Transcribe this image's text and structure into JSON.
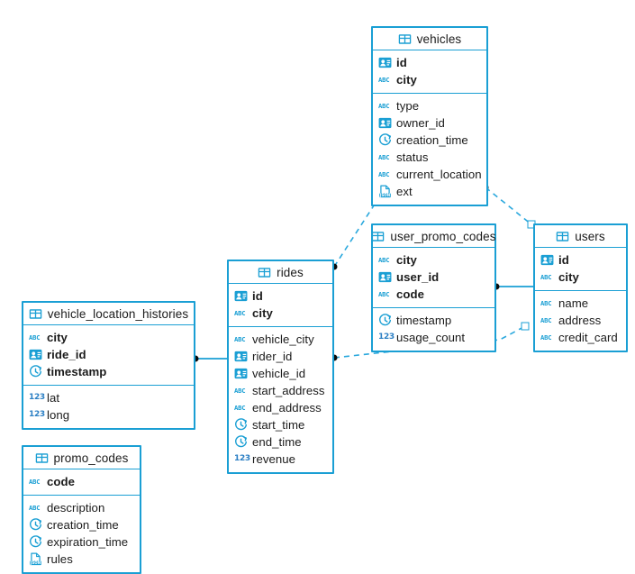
{
  "diagram": {
    "kind": "entity-relationship-diagram",
    "accent_color": "#1a9fd4",
    "text_color": "#1b1b1b",
    "endpoint_dot_color": "#0b0b0b",
    "background": "#ffffff"
  },
  "icon_labels": {
    "table": "table-grid-icon",
    "uuid": "id-card-icon",
    "string": "abc-text-icon",
    "timestamp": "clock-icon",
    "json": "json-doc-icon",
    "number": "123-number-icon"
  },
  "icon_text": {
    "abc": "ABC",
    "num": "123",
    "json": "JSON"
  },
  "tables": [
    {
      "name": "vehicles",
      "keys": [
        {
          "label": "id",
          "icon": "uuid"
        },
        {
          "label": "city",
          "icon": "string"
        }
      ],
      "fields": [
        {
          "label": "type",
          "icon": "string"
        },
        {
          "label": "owner_id",
          "icon": "uuid"
        },
        {
          "label": "creation_time",
          "icon": "timestamp"
        },
        {
          "label": "status",
          "icon": "string"
        },
        {
          "label": "current_location",
          "icon": "string"
        },
        {
          "label": "ext",
          "icon": "json"
        }
      ]
    },
    {
      "name": "user_promo_codes",
      "keys": [
        {
          "label": "city",
          "icon": "string"
        },
        {
          "label": "user_id",
          "icon": "uuid"
        },
        {
          "label": "code",
          "icon": "string"
        }
      ],
      "fields": [
        {
          "label": "timestamp",
          "icon": "timestamp"
        },
        {
          "label": "usage_count",
          "icon": "number"
        }
      ]
    },
    {
      "name": "users",
      "keys": [
        {
          "label": "id",
          "icon": "uuid"
        },
        {
          "label": "city",
          "icon": "string"
        }
      ],
      "fields": [
        {
          "label": "name",
          "icon": "string"
        },
        {
          "label": "address",
          "icon": "string"
        },
        {
          "label": "credit_card",
          "icon": "string"
        }
      ]
    },
    {
      "name": "rides",
      "keys": [
        {
          "label": "id",
          "icon": "uuid"
        },
        {
          "label": "city",
          "icon": "string"
        }
      ],
      "fields": [
        {
          "label": "vehicle_city",
          "icon": "string"
        },
        {
          "label": "rider_id",
          "icon": "uuid"
        },
        {
          "label": "vehicle_id",
          "icon": "uuid"
        },
        {
          "label": "start_address",
          "icon": "string"
        },
        {
          "label": "end_address",
          "icon": "string"
        },
        {
          "label": "start_time",
          "icon": "timestamp"
        },
        {
          "label": "end_time",
          "icon": "timestamp"
        },
        {
          "label": "revenue",
          "icon": "number"
        }
      ]
    },
    {
      "name": "vehicle_location_histories",
      "keys": [
        {
          "label": "city",
          "icon": "string"
        },
        {
          "label": "ride_id",
          "icon": "uuid"
        },
        {
          "label": "timestamp",
          "icon": "timestamp"
        }
      ],
      "fields": [
        {
          "label": "lat",
          "icon": "number"
        },
        {
          "label": "long",
          "icon": "number"
        }
      ]
    },
    {
      "name": "promo_codes",
      "keys": [
        {
          "label": "code",
          "icon": "string"
        }
      ],
      "fields": [
        {
          "label": "description",
          "icon": "string"
        },
        {
          "label": "creation_time",
          "icon": "timestamp"
        },
        {
          "label": "expiration_time",
          "icon": "timestamp"
        },
        {
          "label": "rules",
          "icon": "json"
        }
      ]
    }
  ],
  "relationships": [
    {
      "from": "rides",
      "to": "vehicles",
      "style": "dashed"
    },
    {
      "from": "vehicles",
      "to": "users",
      "style": "dashed"
    },
    {
      "from": "rides",
      "to": "users",
      "style": "dashed"
    },
    {
      "from": "user_promo_codes",
      "to": "users",
      "style": "solid"
    },
    {
      "from": "vehicle_location_histories",
      "to": "rides",
      "style": "solid"
    }
  ]
}
